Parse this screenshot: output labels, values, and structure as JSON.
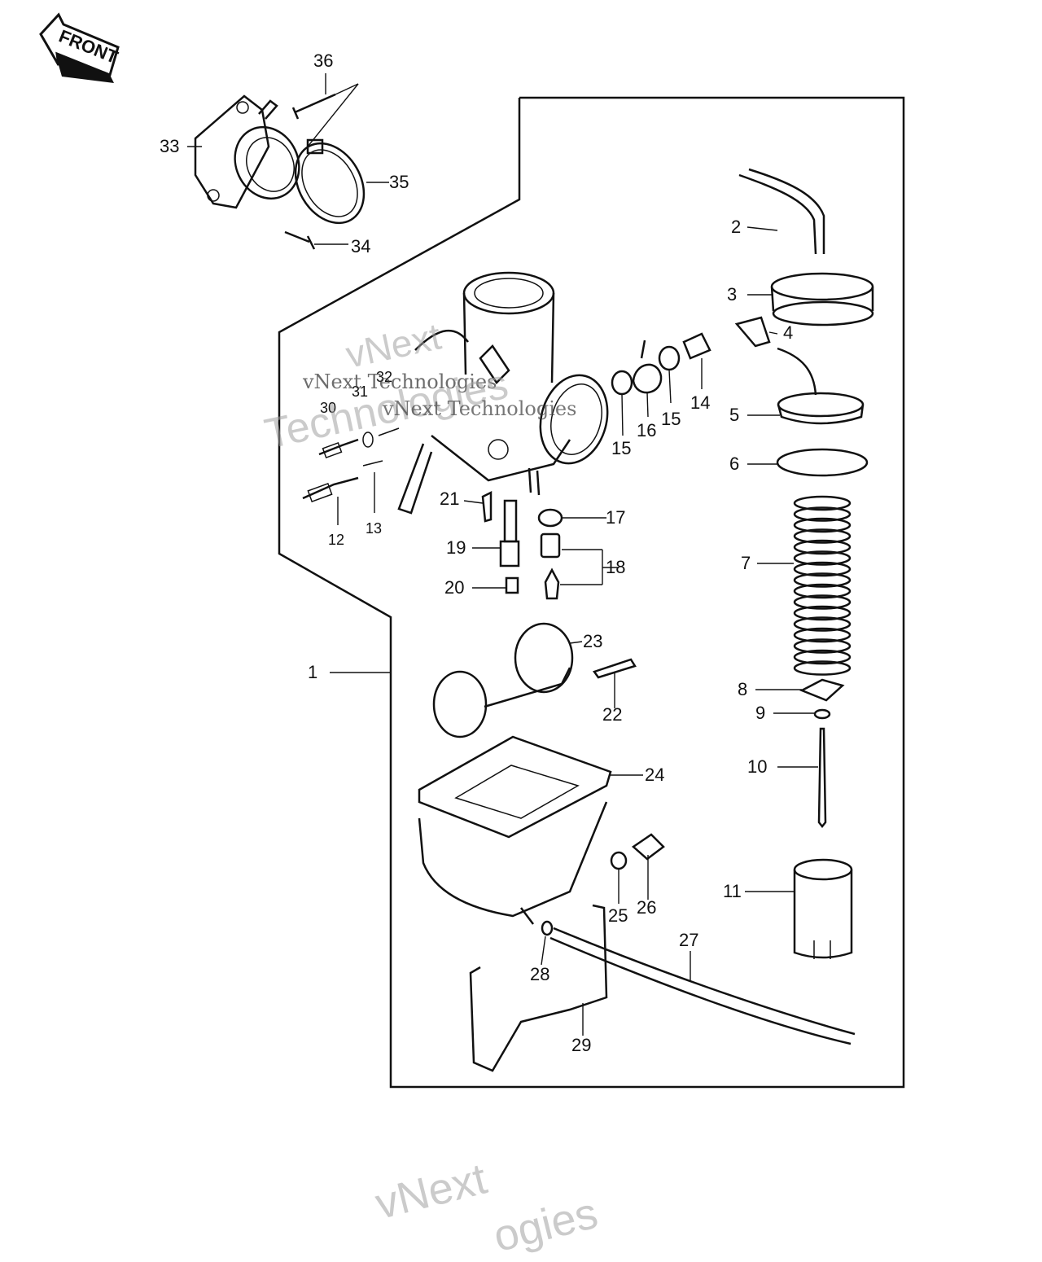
{
  "front_badge": "FRONT",
  "callouts": {
    "c1": "1",
    "c2": "2",
    "c3": "3",
    "c4": "4",
    "c5": "5",
    "c6": "6",
    "c7": "7",
    "c8": "8",
    "c9": "9",
    "c10": "10",
    "c11": "11",
    "c12": "12",
    "c13": "13",
    "c14": "14",
    "c15a": "15",
    "c15b": "15",
    "c16": "16",
    "c17": "17",
    "c18": "18",
    "c19": "19",
    "c20": "20",
    "c21": "21",
    "c22": "22",
    "c23": "23",
    "c24": "24",
    "c25": "25",
    "c26": "26",
    "c27": "27",
    "c28": "28",
    "c29": "29",
    "c30": "30",
    "c31": "31",
    "c32": "32",
    "c33": "33",
    "c34": "34",
    "c35": "35",
    "c36": "36"
  },
  "watermarks": {
    "w1": "vNext Technologies",
    "w2": "Technologies",
    "w3": "vNext Technologies",
    "w4": "vNext",
    "w5": "vNext",
    "w6": "ogies"
  }
}
